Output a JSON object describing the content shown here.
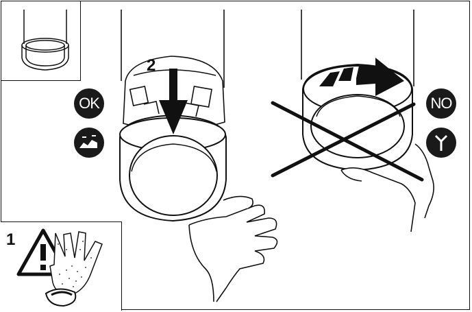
{
  "step_labels": {
    "install": "2",
    "safety": "1"
  },
  "badges": {
    "correct": "OK",
    "incorrect": "NO"
  },
  "icons": {
    "correct_mode": "hand-push-icon",
    "incorrect_mode": "hand-twist-icon",
    "safety": "warning-triangle-icon",
    "gloves": "glove-icon"
  },
  "colors": {
    "ink": "#111111",
    "badge_bg": "#1a1a1a",
    "paper": "#ffffff"
  }
}
